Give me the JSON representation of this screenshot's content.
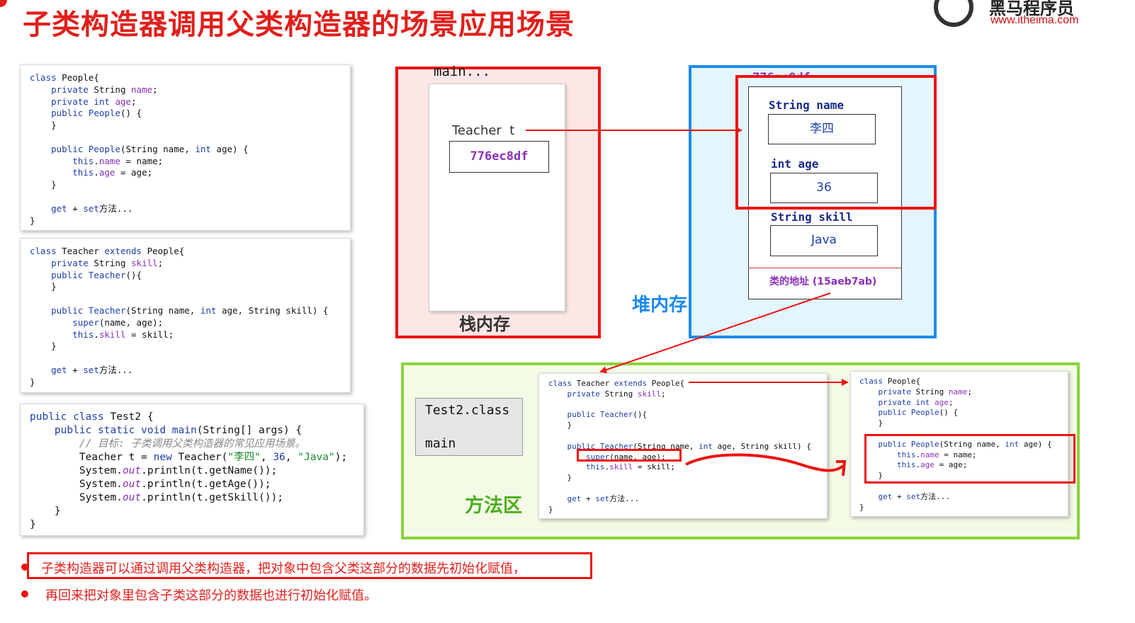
{
  "title": "子类构造器调用父类构造器的场景应用场景",
  "logo": {
    "name": "黑马程序员",
    "url": "www.itheima.com"
  },
  "colors": {
    "accent_red": "#e11111",
    "heap_blue": "#1a8bee",
    "method_green": "#8bd33a",
    "stack_pink": "#fde6e6"
  },
  "stack": {
    "frame_label": "main...",
    "var_decl": "Teacher  t",
    "var_value": "776ec8df",
    "area_label": "栈内存"
  },
  "heap": {
    "area_label": "堆内存",
    "object_address": "776ec8df",
    "fields": [
      {
        "decl": "String name",
        "value": "李四"
      },
      {
        "decl": "int age",
        "value": "36"
      },
      {
        "decl": "String skill",
        "value": "Java"
      }
    ],
    "class_address": "类的地址 (15aeb7ab)"
  },
  "method_area": {
    "area_label": "方法区",
    "class_name": "Test2.class",
    "method_name": "main"
  },
  "notes": [
    "子类构造器可以通过调用父类构造器，把对象中包含父类这部分的数据先初始化赋值，",
    "再回来把对象里包含子类这部分的数据也进行初始化赋值。"
  ]
}
